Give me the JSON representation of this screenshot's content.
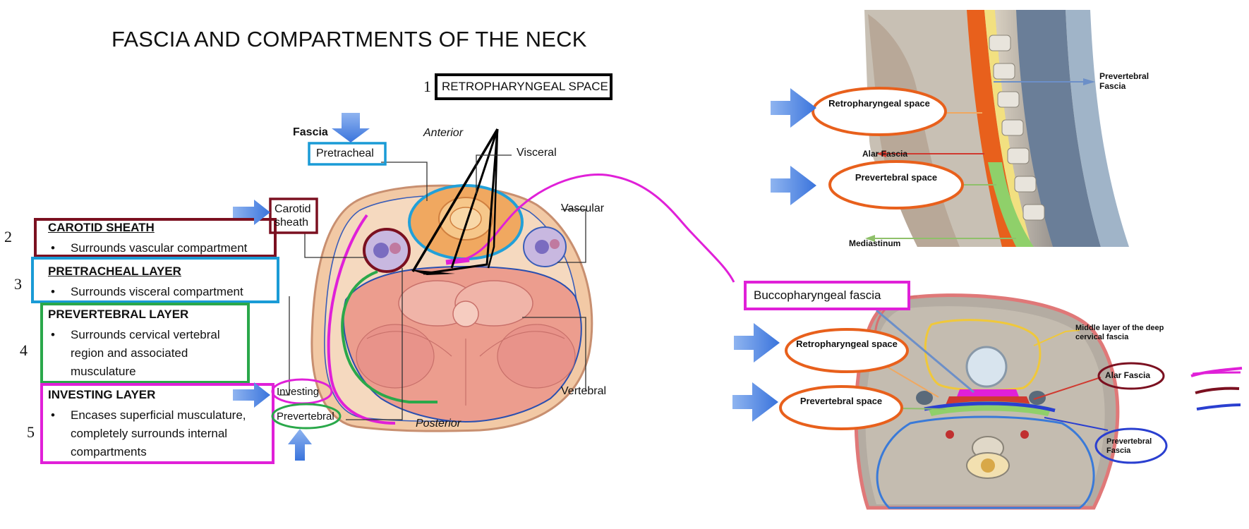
{
  "title": "FASCIA AND COMPARTMENTS OF THE NECK",
  "layers": [
    {
      "number": "2",
      "heading": "CAROTID SHEATH",
      "bullet": "Surrounds vascular compartment",
      "color": "#7b1020"
    },
    {
      "number": "3",
      "heading": "PRETRACHEAL LAYER",
      "bullet": "Surrounds visceral compartment",
      "color": "#1a9bd6"
    },
    {
      "number": "4",
      "heading": "PREVERTEBRAL LAYER",
      "bullet": "Surrounds cervical vertebral region and associated musculature",
      "color": "#2aa84a"
    },
    {
      "number": "5",
      "heading": "INVESTING LAYER",
      "bullet": "Encases superficial musculature, completely surrounds internal compartments",
      "color": "#e020d8"
    }
  ],
  "retropharyngeal": {
    "number": "1",
    "label": "RETROPHARYNGEAL SPACE"
  },
  "cross_section": {
    "fascia_heading": "Fascia",
    "pretracheal": "Pretracheal",
    "carotid_sheath": "Carotid sheath",
    "investing": "Investing",
    "prevertebral": "Prevertebral",
    "anterior": "Anterior",
    "posterior": "Posterior",
    "visceral": "Visceral",
    "vascular": "Vascular",
    "vertebral": "Vertebral"
  },
  "sagittal": {
    "retropharyngeal": "Retropharyngeal space",
    "alar": "Alar Fascia",
    "prevertebral_space": "Prevertebral space",
    "prevertebral_fascia": "Prevertebral Fascia",
    "mediastinum": "Mediastinum"
  },
  "axial": {
    "buccopharyngeal": "Buccopharyngeal fascia",
    "middle_layer": "Middle layer of the deep cervical fascia",
    "retropharyngeal": "Retropharyngeal space",
    "alar": "Alar Fascia",
    "prevertebral_space": "Prevertebral space",
    "prevertebral_fascia": "Prevertebral Fascia"
  },
  "colors": {
    "blue_arrow": "#4a86e8",
    "orange_oval": "#e8601c",
    "magenta": "#e020d8",
    "dark_red": "#7b1020",
    "green": "#2aa84a",
    "cyan": "#1a9bd6"
  }
}
